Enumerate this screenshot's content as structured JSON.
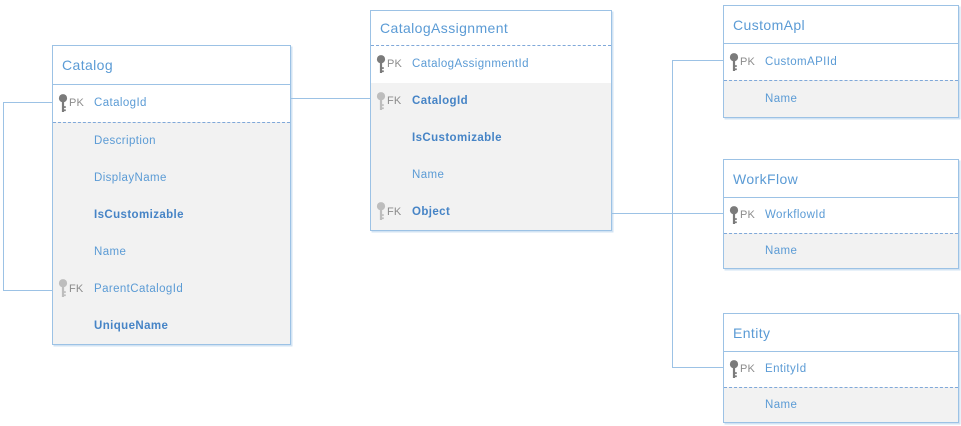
{
  "colors": {
    "accent_text": "#5B9BD5",
    "bold_text": "#4684C6",
    "border": "#9CC2E5",
    "row_bg": "#F2F2F2",
    "pk_icon": "#7B7B7B",
    "fk_icon": "#BDBDBD",
    "key_label": "#8C8C8C",
    "line": "#9CC2E5"
  },
  "tables": [
    {
      "title": "Catalog",
      "pk_rows": [
        {
          "key": "PK",
          "name": "CatalogId",
          "bold": false
        }
      ],
      "attr_rows": [
        {
          "key": "",
          "name": "Description",
          "bold": false
        },
        {
          "key": "",
          "name": "DisplayName",
          "bold": false
        },
        {
          "key": "",
          "name": "IsCustomizable",
          "bold": true
        },
        {
          "key": "",
          "name": "Name",
          "bold": false
        },
        {
          "key": "FK",
          "name": "ParentCatalogId",
          "bold": false
        },
        {
          "key": "",
          "name": "UniqueName",
          "bold": true
        }
      ]
    },
    {
      "title": "CatalogAssignment",
      "pk_rows": [
        {
          "key": "PK",
          "name": "CatalogAssignmentId",
          "bold": false
        }
      ],
      "attr_rows": [
        {
          "key": "FK",
          "name": "CatalogId",
          "bold": true
        },
        {
          "key": "",
          "name": "IsCustomizable",
          "bold": true
        },
        {
          "key": "",
          "name": "Name",
          "bold": false
        },
        {
          "key": "FK",
          "name": "Object",
          "bold": true
        }
      ]
    },
    {
      "title": "CustomApl",
      "pk_rows": [
        {
          "key": "PK",
          "name": "CustomAPIId",
          "bold": false
        }
      ],
      "attr_rows": [
        {
          "key": "",
          "name": "Name",
          "bold": false
        }
      ]
    },
    {
      "title": "WorkFlow",
      "pk_rows": [
        {
          "key": "PK",
          "name": "WorkflowId",
          "bold": false
        }
      ],
      "attr_rows": [
        {
          "key": "",
          "name": "Name",
          "bold": false
        }
      ]
    },
    {
      "title": "Entity",
      "pk_rows": [
        {
          "key": "PK",
          "name": "EntityId",
          "bold": false
        }
      ],
      "attr_rows": [
        {
          "key": "",
          "name": "Name",
          "bold": false
        }
      ]
    }
  ],
  "relationships": [
    {
      "from": "Catalog.CatalogId",
      "to": "Catalog.ParentCatalogId"
    },
    {
      "from": "Catalog.CatalogId",
      "to": "CatalogAssignment.CatalogId"
    },
    {
      "from": "CatalogAssignment.Object",
      "to": "CustomApl.CustomAPIId"
    },
    {
      "from": "CatalogAssignment.Object",
      "to": "WorkFlow.WorkflowId"
    },
    {
      "from": "CatalogAssignment.Object",
      "to": "Entity.EntityId"
    }
  ]
}
